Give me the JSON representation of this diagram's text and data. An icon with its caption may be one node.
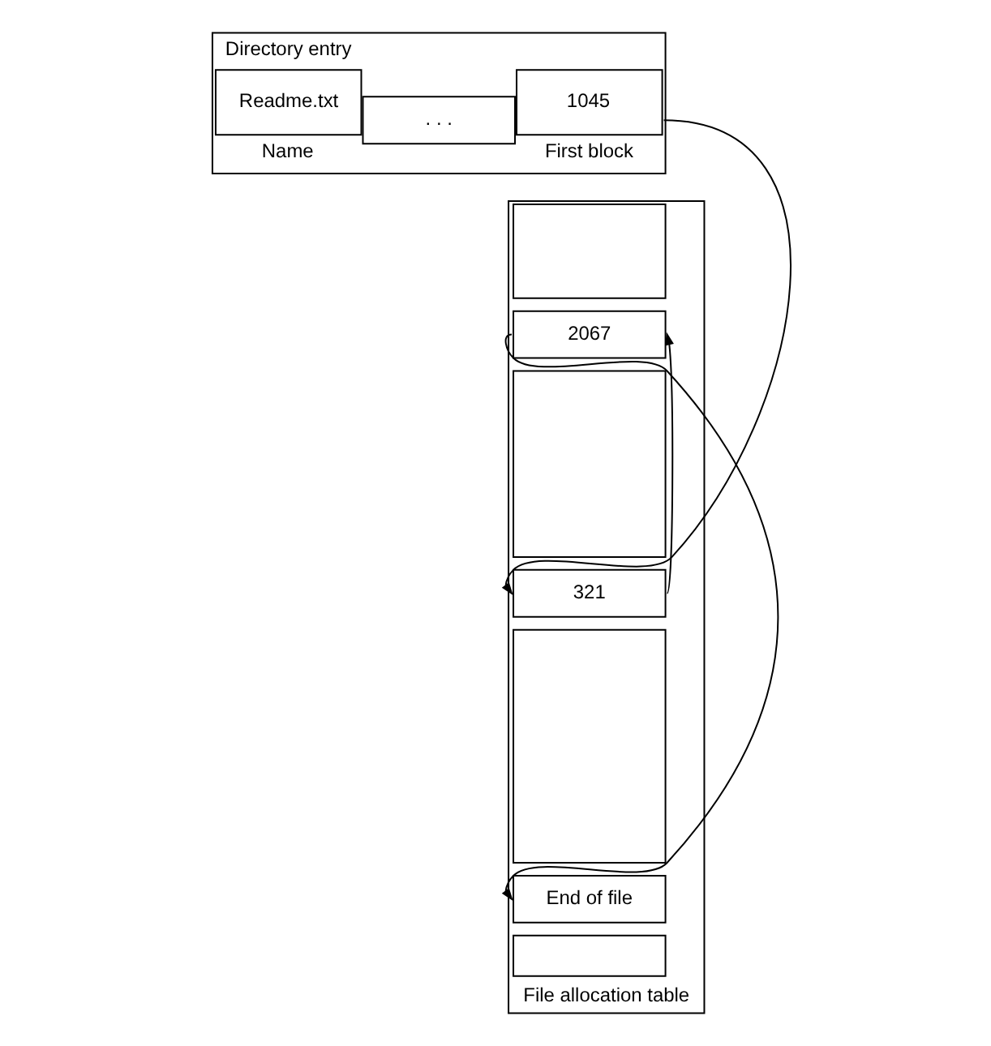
{
  "diagram": {
    "nodes": [
      {
        "text": [
          "Directory entry"
        ]
      },
      {
        "text": [
          "Readme.txt"
        ],
        "in": 0,
        "beside": [
          "Name"
        ]
      },
      {
        "text": [
          ". . ."
        ],
        "in": 0
      },
      {
        "text": [
          "1045"
        ],
        "in": 0,
        "beside": [
          "First block"
        ]
      },
      {
        "text": [
          "File allocation table"
        ]
      },
      {
        "text": [],
        "shape": "box",
        "in": 4
      },
      {
        "text": [
          "2067"
        ],
        "in": 4
      },
      {
        "text": [],
        "shape": "box",
        "in": 4
      },
      {
        "text": [
          "321"
        ],
        "in": 4
      },
      {
        "text": [],
        "shape": "box",
        "in": 4
      },
      {
        "text": [
          "End of file"
        ],
        "in": 4
      },
      {
        "text": [],
        "shape": "box",
        "in": 4
      }
    ],
    "edges": [
      {
        "from": 3,
        "to": 8,
        "arrow": "to"
      },
      {
        "from": 8,
        "to": 6,
        "arrow": "to"
      },
      {
        "from": 6,
        "to": 10,
        "arrow": "to"
      }
    ]
  }
}
